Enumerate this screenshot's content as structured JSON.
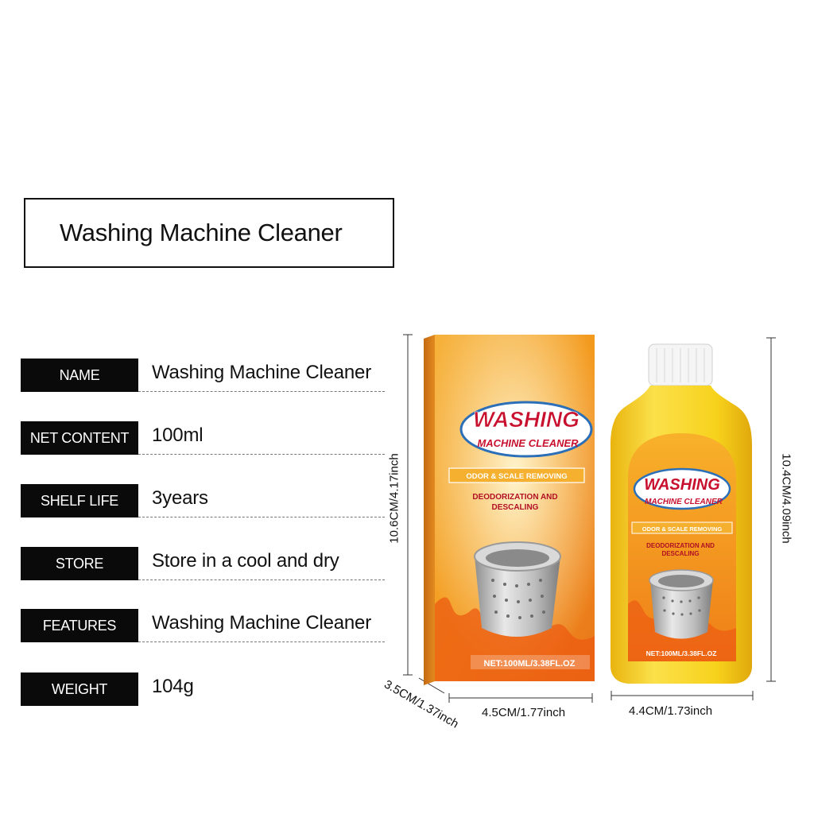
{
  "title": "Washing Machine Cleaner",
  "specs": [
    {
      "label": "NAME",
      "value": "Washing Machine Cleaner"
    },
    {
      "label": "NET CONTENT",
      "value": "100ml"
    },
    {
      "label": "SHELF LIFE",
      "value": "3years"
    },
    {
      "label": "STORE",
      "value": "Store in a cool and dry"
    },
    {
      "label": "FEATURES",
      "value": "Washing Machine Cleaner"
    },
    {
      "label": "WEIGHT",
      "value": "104g"
    }
  ],
  "dimensions": {
    "box_height": "10.6CM/4.17inch",
    "box_depth": "3.5CM/1.37inch",
    "box_width": "4.5CM/1.77inch",
    "bottle_height": "10.4CM/4.09inch",
    "bottle_width": "4.4CM/1.73inch"
  },
  "package": {
    "brand_line1": "WASHING",
    "brand_line2": "MACHINE CLEANER",
    "banner": "ODOR & SCALE REMOVING",
    "subtitle_line1": "DEODORIZATION AND",
    "subtitle_line2": "DESCALING",
    "net": "NET:100ML/3.38FL.OZ"
  },
  "colors": {
    "box_orange": "#f39a1e",
    "bottle_yellow": "#f7d21c",
    "brand_red": "#c8102e",
    "label_black": "#0a0a0a"
  }
}
